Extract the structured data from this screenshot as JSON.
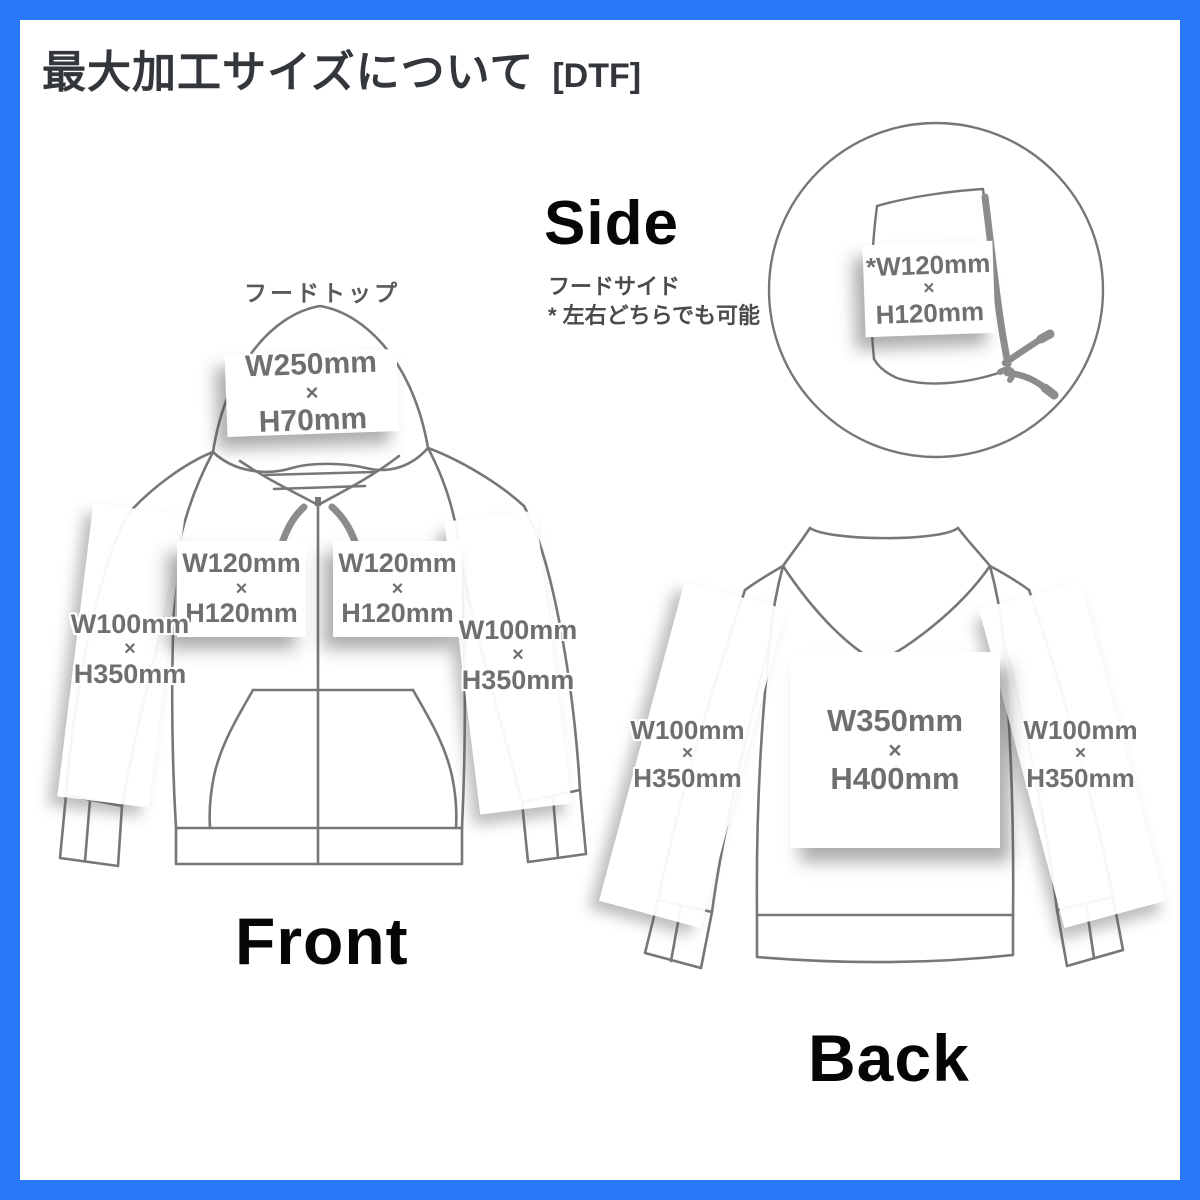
{
  "meta": {
    "title": "最大加工サイズについて",
    "title_tag": "[DTF]"
  },
  "symbols": {
    "times": "×"
  },
  "colors": {
    "frame": "#2979F8",
    "outline": "#777777",
    "dimension_text": "#6F6F6F"
  },
  "front": {
    "heading": "Front",
    "hood_top_label": "フードトップ",
    "hood_top": {
      "w": "W250mm",
      "h": "H70mm"
    },
    "chest_left": {
      "w": "W120mm",
      "h": "H120mm"
    },
    "chest_right": {
      "w": "W120mm",
      "h": "H120mm"
    },
    "sleeve_left": {
      "w": "W100mm",
      "h": "H350mm"
    },
    "sleeve_right": {
      "w": "W100mm",
      "h": "H350mm"
    }
  },
  "side": {
    "heading": "Side",
    "note_line1": "フードサイド",
    "note_line2": "* 左右どちらでも可能",
    "hood_side": {
      "w": "*W120mm",
      "h": "H120mm"
    }
  },
  "back": {
    "heading": "Back",
    "print_area": {
      "w": "W350mm",
      "h": "H400mm"
    },
    "sleeve_left": {
      "w": "W100mm",
      "h": "H350mm"
    },
    "sleeve_right": {
      "w": "W100mm",
      "h": "H350mm"
    }
  }
}
